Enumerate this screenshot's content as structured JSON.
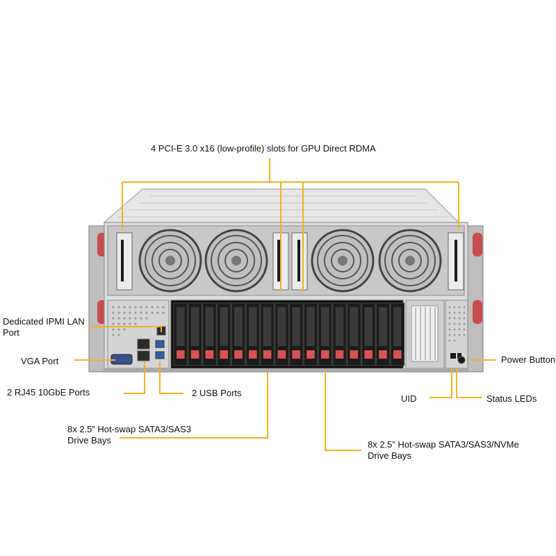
{
  "labels": {
    "pcie": "4 PCI-E 3.0 x16 (low-profile) slots for GPU Direct RDMA",
    "ipmi": "Dedicated IPMI LAN\nPort",
    "vga": "VGA Port",
    "rj45": "2 RJ45 10GbE Ports",
    "usb": "2 USB Ports",
    "sata_bays": "8x 2.5” Hot-swap SATA3/SAS3\nDrive Bays",
    "nvme_bays": "8x 2.5” Hot-swap SATA3/SAS3/NVMe\nDrive Bays",
    "uid": "UID",
    "status_leds": "Status LEDs",
    "power_button": "Power Button"
  },
  "colors": {
    "callout_line": "#f2b21b",
    "chassis_light": "#d9d9d9",
    "chassis_dark": "#2b2b2b",
    "drive_tab": "#d8534f"
  }
}
